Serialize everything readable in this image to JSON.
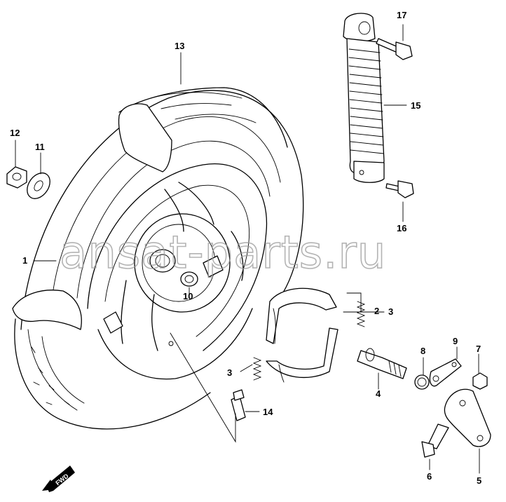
{
  "diagram": {
    "watermark": "ansat-parts.ru",
    "fwd_label": "FWD",
    "parts": [
      {
        "id": "p1",
        "number": "1"
      },
      {
        "id": "p2",
        "number": "2"
      },
      {
        "id": "p3a",
        "number": "3"
      },
      {
        "id": "p3b",
        "number": "3"
      },
      {
        "id": "p4",
        "number": "4"
      },
      {
        "id": "p5",
        "number": "5"
      },
      {
        "id": "p6",
        "number": "6"
      },
      {
        "id": "p7",
        "number": "7"
      },
      {
        "id": "p8",
        "number": "8"
      },
      {
        "id": "p9",
        "number": "9"
      },
      {
        "id": "p10",
        "number": "10"
      },
      {
        "id": "p11",
        "number": "11"
      },
      {
        "id": "p12",
        "number": "12"
      },
      {
        "id": "p13",
        "number": "13"
      },
      {
        "id": "p14",
        "number": "14"
      },
      {
        "id": "p15",
        "number": "15"
      },
      {
        "id": "p16",
        "number": "16"
      },
      {
        "id": "p17",
        "number": "17"
      }
    ]
  }
}
